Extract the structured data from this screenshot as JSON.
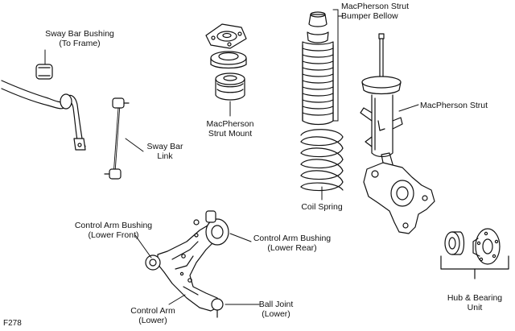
{
  "figure_id": "F278",
  "labels": {
    "sway_bar_bushing": [
      "Sway Bar Bushing",
      "(To Frame)"
    ],
    "sway_bar_link": [
      "Sway Bar",
      "Link"
    ],
    "strut_mount": [
      "MacPherson",
      "Strut Mount"
    ],
    "bumper_bellow": [
      "MacPherson Strut",
      "Bumper Bellow"
    ],
    "strut": [
      "MacPherson Strut"
    ],
    "coil_spring": [
      "Coil Spring"
    ],
    "ca_bushing_front": [
      "Control Arm Bushing",
      "(Lower Front)"
    ],
    "ca_bushing_rear": [
      "Control Arm Bushing",
      "(Lower Rear)"
    ],
    "control_arm": [
      "Control Arm",
      "(Lower)"
    ],
    "ball_joint": [
      "Ball Joint",
      "(Lower)"
    ],
    "hub_bearing": [
      "Hub & Bearing",
      "Unit"
    ]
  }
}
